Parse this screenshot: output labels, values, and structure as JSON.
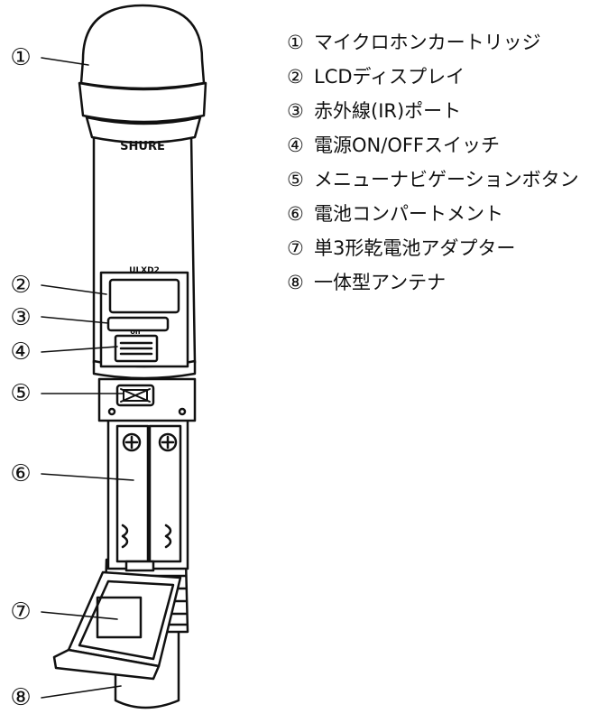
{
  "product_label": "SHURE",
  "model_label": "ULXD2",
  "switch_label": "on",
  "callouts": [
    "①",
    "②",
    "③",
    "④",
    "⑤",
    "⑥",
    "⑦",
    "⑧"
  ],
  "legend": [
    {
      "num": "①",
      "text": "マイクロホンカートリッジ"
    },
    {
      "num": "②",
      "text": "LCDディスプレイ"
    },
    {
      "num": "③",
      "text": "赤外線(IR)ポート"
    },
    {
      "num": "④",
      "text": "電源ON/OFFスイッチ"
    },
    {
      "num": "⑤",
      "text": "メニューナビゲーションボタン"
    },
    {
      "num": "⑥",
      "text": "電池コンパートメント"
    },
    {
      "num": "⑦",
      "text": "単3形乾電池アダプター"
    },
    {
      "num": "⑧",
      "text": "一体型アンテナ"
    }
  ]
}
